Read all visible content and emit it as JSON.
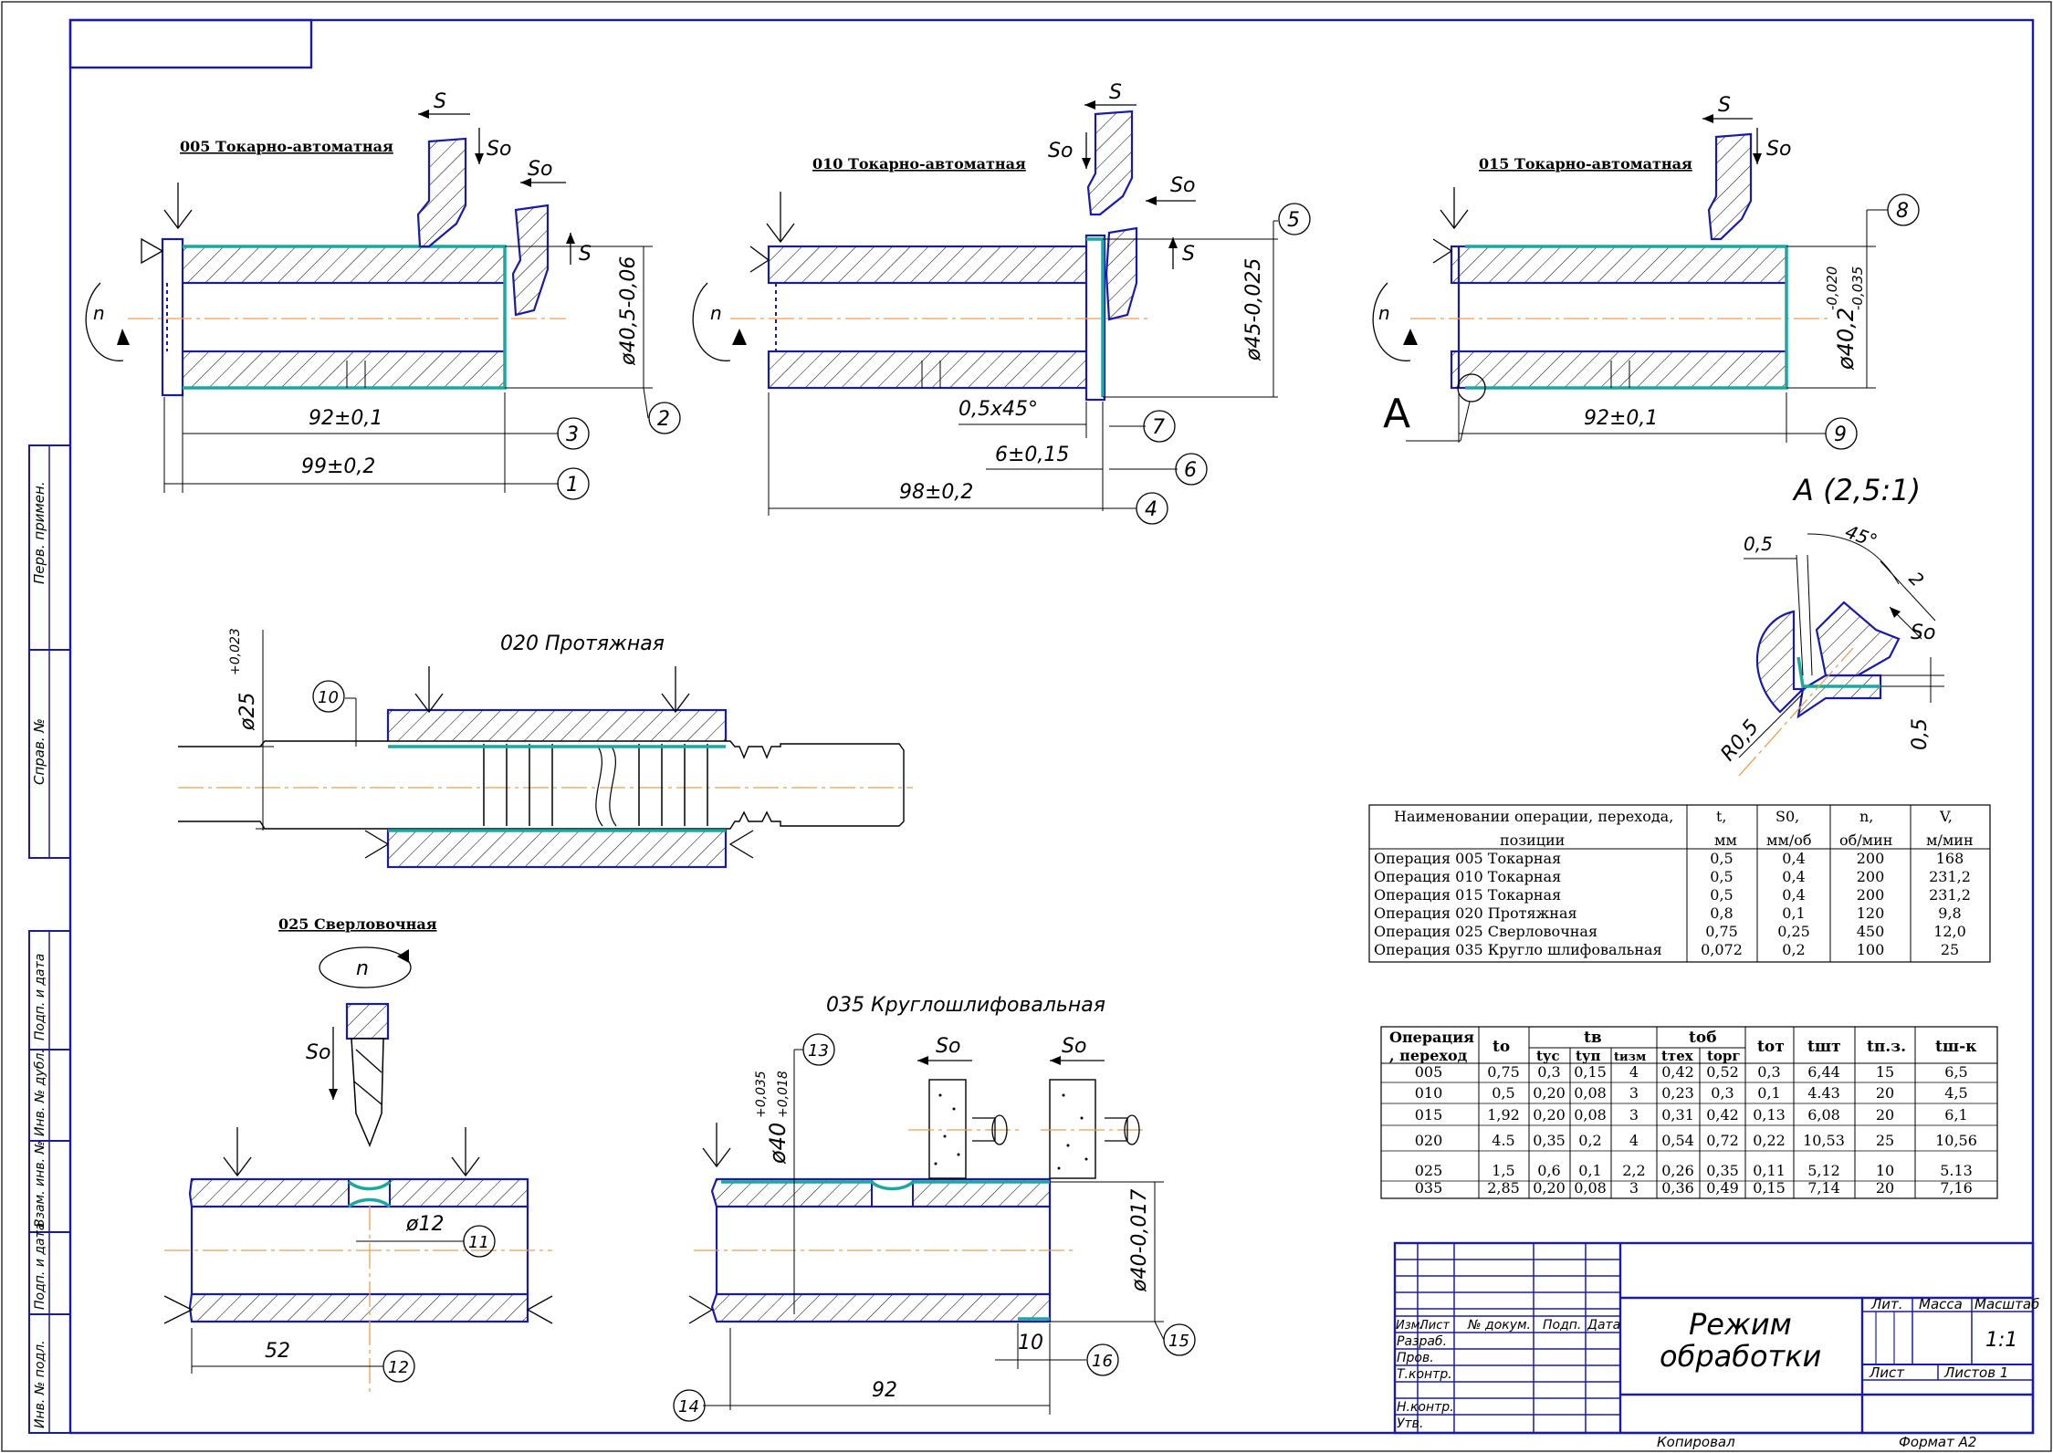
{
  "operations": {
    "op005": {
      "title": "005  Токарно-автоматная",
      "dims": [
        "92±0,1",
        "99±0,2"
      ],
      "diam": "ø40,5-0,06",
      "feeds": [
        "S",
        "So",
        "So",
        "S"
      ],
      "rot": "n",
      "marks": [
        "1",
        "2",
        "3"
      ]
    },
    "op010": {
      "title": "010  Токарно-автоматная",
      "dims": [
        "0,5x45°",
        "6±0,15",
        "98±0,2"
      ],
      "diam": "ø45-0,025",
      "feeds": [
        "S",
        "So",
        "So",
        "S"
      ],
      "rot": "n",
      "marks": [
        "4",
        "5",
        "6",
        "7"
      ]
    },
    "op015": {
      "title": "015  Токарно-автоматная",
      "dims": [
        "92±0,1"
      ],
      "diam": "ø40,2",
      "tol_up": "-0,020",
      "tol_dn": "-0,035",
      "feeds": [
        "S",
        "So"
      ],
      "rot": "n",
      "view_letter": "A",
      "marks": [
        "8",
        "9"
      ]
    },
    "detailA": {
      "title": "A (2,5:1)",
      "labels": [
        "0,5",
        "45°",
        "2",
        "So",
        "R0,5",
        "0,5"
      ]
    },
    "op020": {
      "title": "020 Протяжная",
      "diam": "ø25",
      "tol": "+0,023",
      "marks": [
        "10"
      ]
    },
    "op025": {
      "title": "025  Сверловочная",
      "rot": "n",
      "feed": "So",
      "diam": "ø12",
      "dim": "52",
      "marks": [
        "11",
        "12"
      ]
    },
    "op035": {
      "title": "035 Круглошлифовальная",
      "feeds": [
        "So",
        "So"
      ],
      "diam1": "ø40",
      "tol1_up": "+0,035",
      "tol1_dn": "+0,018",
      "diam2": "ø40-0,017",
      "dims": [
        "10",
        "92"
      ],
      "marks": [
        "13",
        "14",
        "15",
        "16"
      ]
    }
  },
  "left_strip": [
    "Перв. примен.",
    "Справ. №",
    "Подп. и дата",
    "Инв. № дубл.",
    "Взам. инв. №",
    "Подп. и дата",
    "Инв. № подл."
  ],
  "table1": {
    "headers": [
      [
        "Наименовании операции, перехода,",
        "позиции"
      ],
      [
        "t,",
        "мм"
      ],
      [
        "S0,",
        "мм/об"
      ],
      [
        "n,",
        "об/мин"
      ],
      [
        "V,",
        "м/мин"
      ]
    ],
    "rows": [
      [
        "Операция 005 Токарная",
        "0,5",
        "0,4",
        "200",
        "168"
      ],
      [
        "Операция 010 Токарная",
        "0,5",
        "0,4",
        "200",
        "231,2"
      ],
      [
        "Операция 015 Токарная",
        "0,5",
        "0,4",
        "200",
        "231,2"
      ],
      [
        "Операция 020 Протяжная",
        "0,8",
        "0,1",
        "120",
        "9,8"
      ],
      [
        "Операция 025 Сверловочная",
        "0,75",
        "0,25",
        "450",
        "12,0"
      ],
      [
        "Операция 035 Кругло шлифовальная",
        "0,072",
        "0,2",
        "100",
        "25"
      ]
    ]
  },
  "table2": {
    "h_op": [
      "Операция",
      ", переход"
    ],
    "h_to": "to",
    "h_tv": "tв",
    "h_tob": "toб",
    "h_tot": "toт",
    "h_tsht": "tшт",
    "h_tpz": "tп.з.",
    "h_tshk": "tш-к",
    "sub": [
      "tус",
      "tуп",
      "tизм",
      "tтех",
      "tорг"
    ],
    "rows": [
      [
        "005",
        "0,75",
        "0,3",
        "0,15",
        "4",
        "0,42",
        "0,52",
        "0,3",
        "6,44",
        "15",
        "6,5"
      ],
      [
        "010",
        "0,5",
        "0,20",
        "0,08",
        "3",
        "0,23",
        "0,3",
        "0,1",
        "4.43",
        "20",
        "4,5"
      ],
      [
        "015",
        "1,92",
        "0,20",
        "0,08",
        "3",
        "0,31",
        "0,42",
        "0,13",
        "6,08",
        "20",
        "6,1"
      ],
      [
        "020",
        "4.5",
        "0,35",
        "0,2",
        "4",
        "0,54",
        "0,72",
        "0,22",
        "10,53",
        "25",
        "10,56"
      ],
      [
        "025",
        "1,5",
        "0,6",
        "0,1",
        "2,2",
        "0,26",
        "0,35",
        "0,11",
        "5,12",
        "10",
        "5.13"
      ],
      [
        "035",
        "2,85",
        "0,20",
        "0,08",
        "3",
        "0,36",
        "0,49",
        "0,15",
        "7,14",
        "20",
        "7,16"
      ]
    ]
  },
  "title_block": {
    "name": [
      "Режим",
      "обработки"
    ],
    "cols": [
      "Изм.",
      "Лист",
      "№ докум.",
      "Подп.",
      "Дата"
    ],
    "rows": [
      "Разраб.",
      "Пров.",
      "Т.контр.",
      "Н.контр.",
      "Утв."
    ],
    "lit": "Лит.",
    "mass": "Масса",
    "scale": "Масштаб",
    "scale_val": "1:1",
    "sheet": "Лист",
    "sheets": "Листов  1",
    "copied": "Копировал",
    "format": "Формат  А2"
  }
}
